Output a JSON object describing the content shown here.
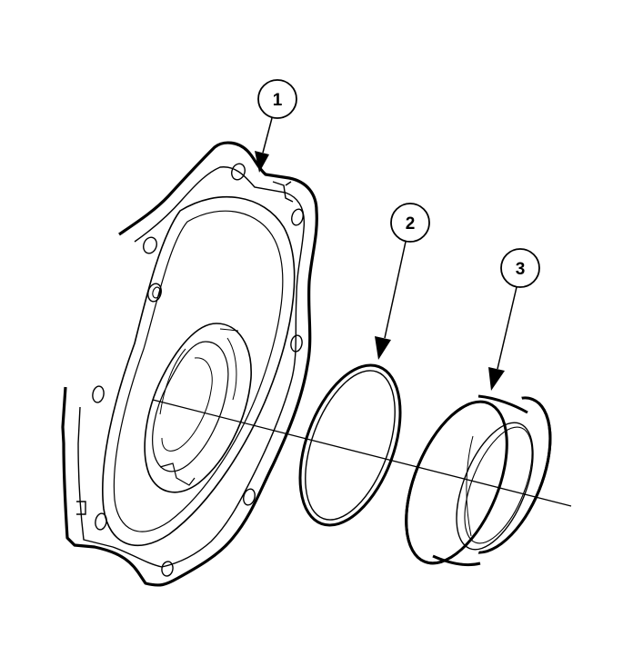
{
  "diagram": {
    "colors": {
      "ink": "#000000",
      "paper": "#ffffff"
    },
    "callouts": [
      {
        "id": "callout-1",
        "label": "1",
        "part": "housing"
      },
      {
        "id": "callout-2",
        "label": "2",
        "part": "o-ring"
      },
      {
        "id": "callout-3",
        "label": "3",
        "part": "seal"
      }
    ]
  }
}
